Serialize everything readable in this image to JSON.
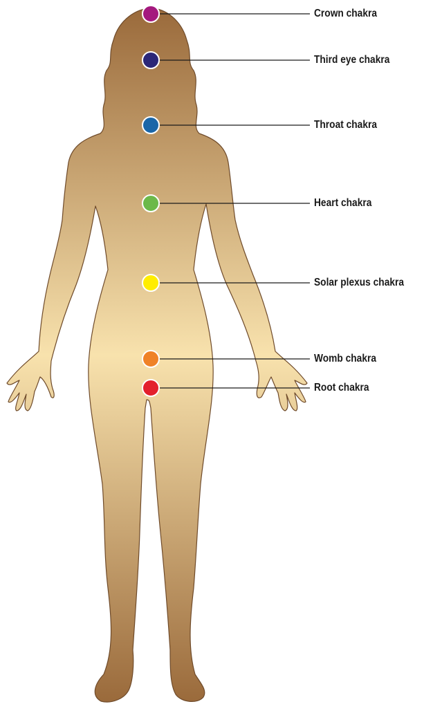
{
  "chakras": [
    {
      "id": "crown",
      "label": "Crown chakra",
      "color": "#a4197e"
    },
    {
      "id": "third-eye",
      "label": "Third eye chakra",
      "color": "#2b2778"
    },
    {
      "id": "throat",
      "label": "Throat chakra",
      "color": "#1a66a8"
    },
    {
      "id": "heart",
      "label": "Heart chakra",
      "color": "#6cb94a"
    },
    {
      "id": "solar-plexus",
      "label": "Solar plexus chakra",
      "color": "#ffed00"
    },
    {
      "id": "womb",
      "label": "Womb chakra",
      "color": "#ef8227"
    },
    {
      "id": "root",
      "label": "Root chakra",
      "color": "#e3202c"
    }
  ],
  "body_colors": {
    "top": "#9a6a3b",
    "middle": "#f8e2ad",
    "bottom": "#9a6a3b",
    "outline": "#6e4a2a"
  }
}
